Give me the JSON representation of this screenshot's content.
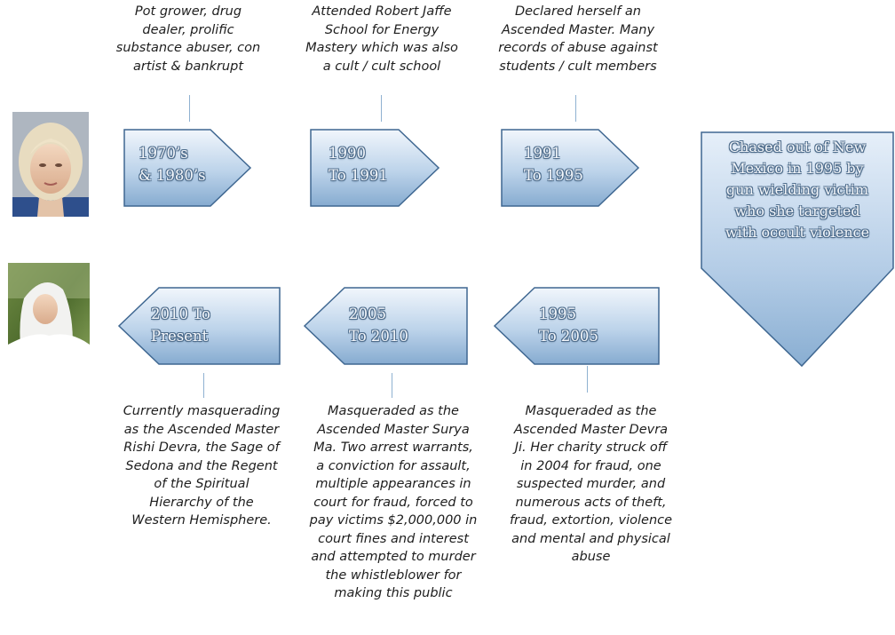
{
  "timeline_top": [
    {
      "label": "1970’s\n& 1980’s",
      "note": "Pot grower, drug\ndealer, prolific\nsubstance abuser, con\nartist & bankrupt"
    },
    {
      "label": "1990\nTo 1991",
      "note": "Attended Robert Jaffe\nSchool for Energy\nMastery which was also\na cult / cult school"
    },
    {
      "label": "1991\nTo 1995",
      "note": "Declared herself an\nAscended Master.  Many\nrecords of abuse against\nstudents / cult members"
    }
  ],
  "down_arrow": {
    "label": "Chased out of New\nMexico in 1995 by\ngun wielding victim\nwho she targeted\nwith occult violence"
  },
  "timeline_bottom": [
    {
      "label": "2010 To\nPresent",
      "note": "Currently masquerading\nas the Ascended Master\nRishi Devra, the Sage of\nSedona and the Regent\nof the Spiritual\nHierarchy of the\nWestern Hemisphere."
    },
    {
      "label": "2005\nTo 2010",
      "note": "Masqueraded as the\nAscended Master Surya\nMa.  Two arrest warrants,\na conviction for assault,\nmultiple appearances in\ncourt for fraud, forced to\npay victims $2,000,000 in\ncourt fines and interest\nand attempted to murder\nthe whistleblower for\nmaking this public"
    },
    {
      "label": "1995\nTo 2005",
      "note": "Masqueraded as the\nAscended Master Devra\nJi.  Her charity struck off\nin 2004 for fraud, one\nsuspected murder, and\nnumerous acts of theft,\nfraud, extortion, violence\nand mental and physical\nabuse"
    }
  ],
  "colors": {
    "arrow_light": "#eef4fb",
    "arrow_dark": "#7fa6cc",
    "arrow_stroke": "#3f6791",
    "connector": "#8fb1d1"
  }
}
